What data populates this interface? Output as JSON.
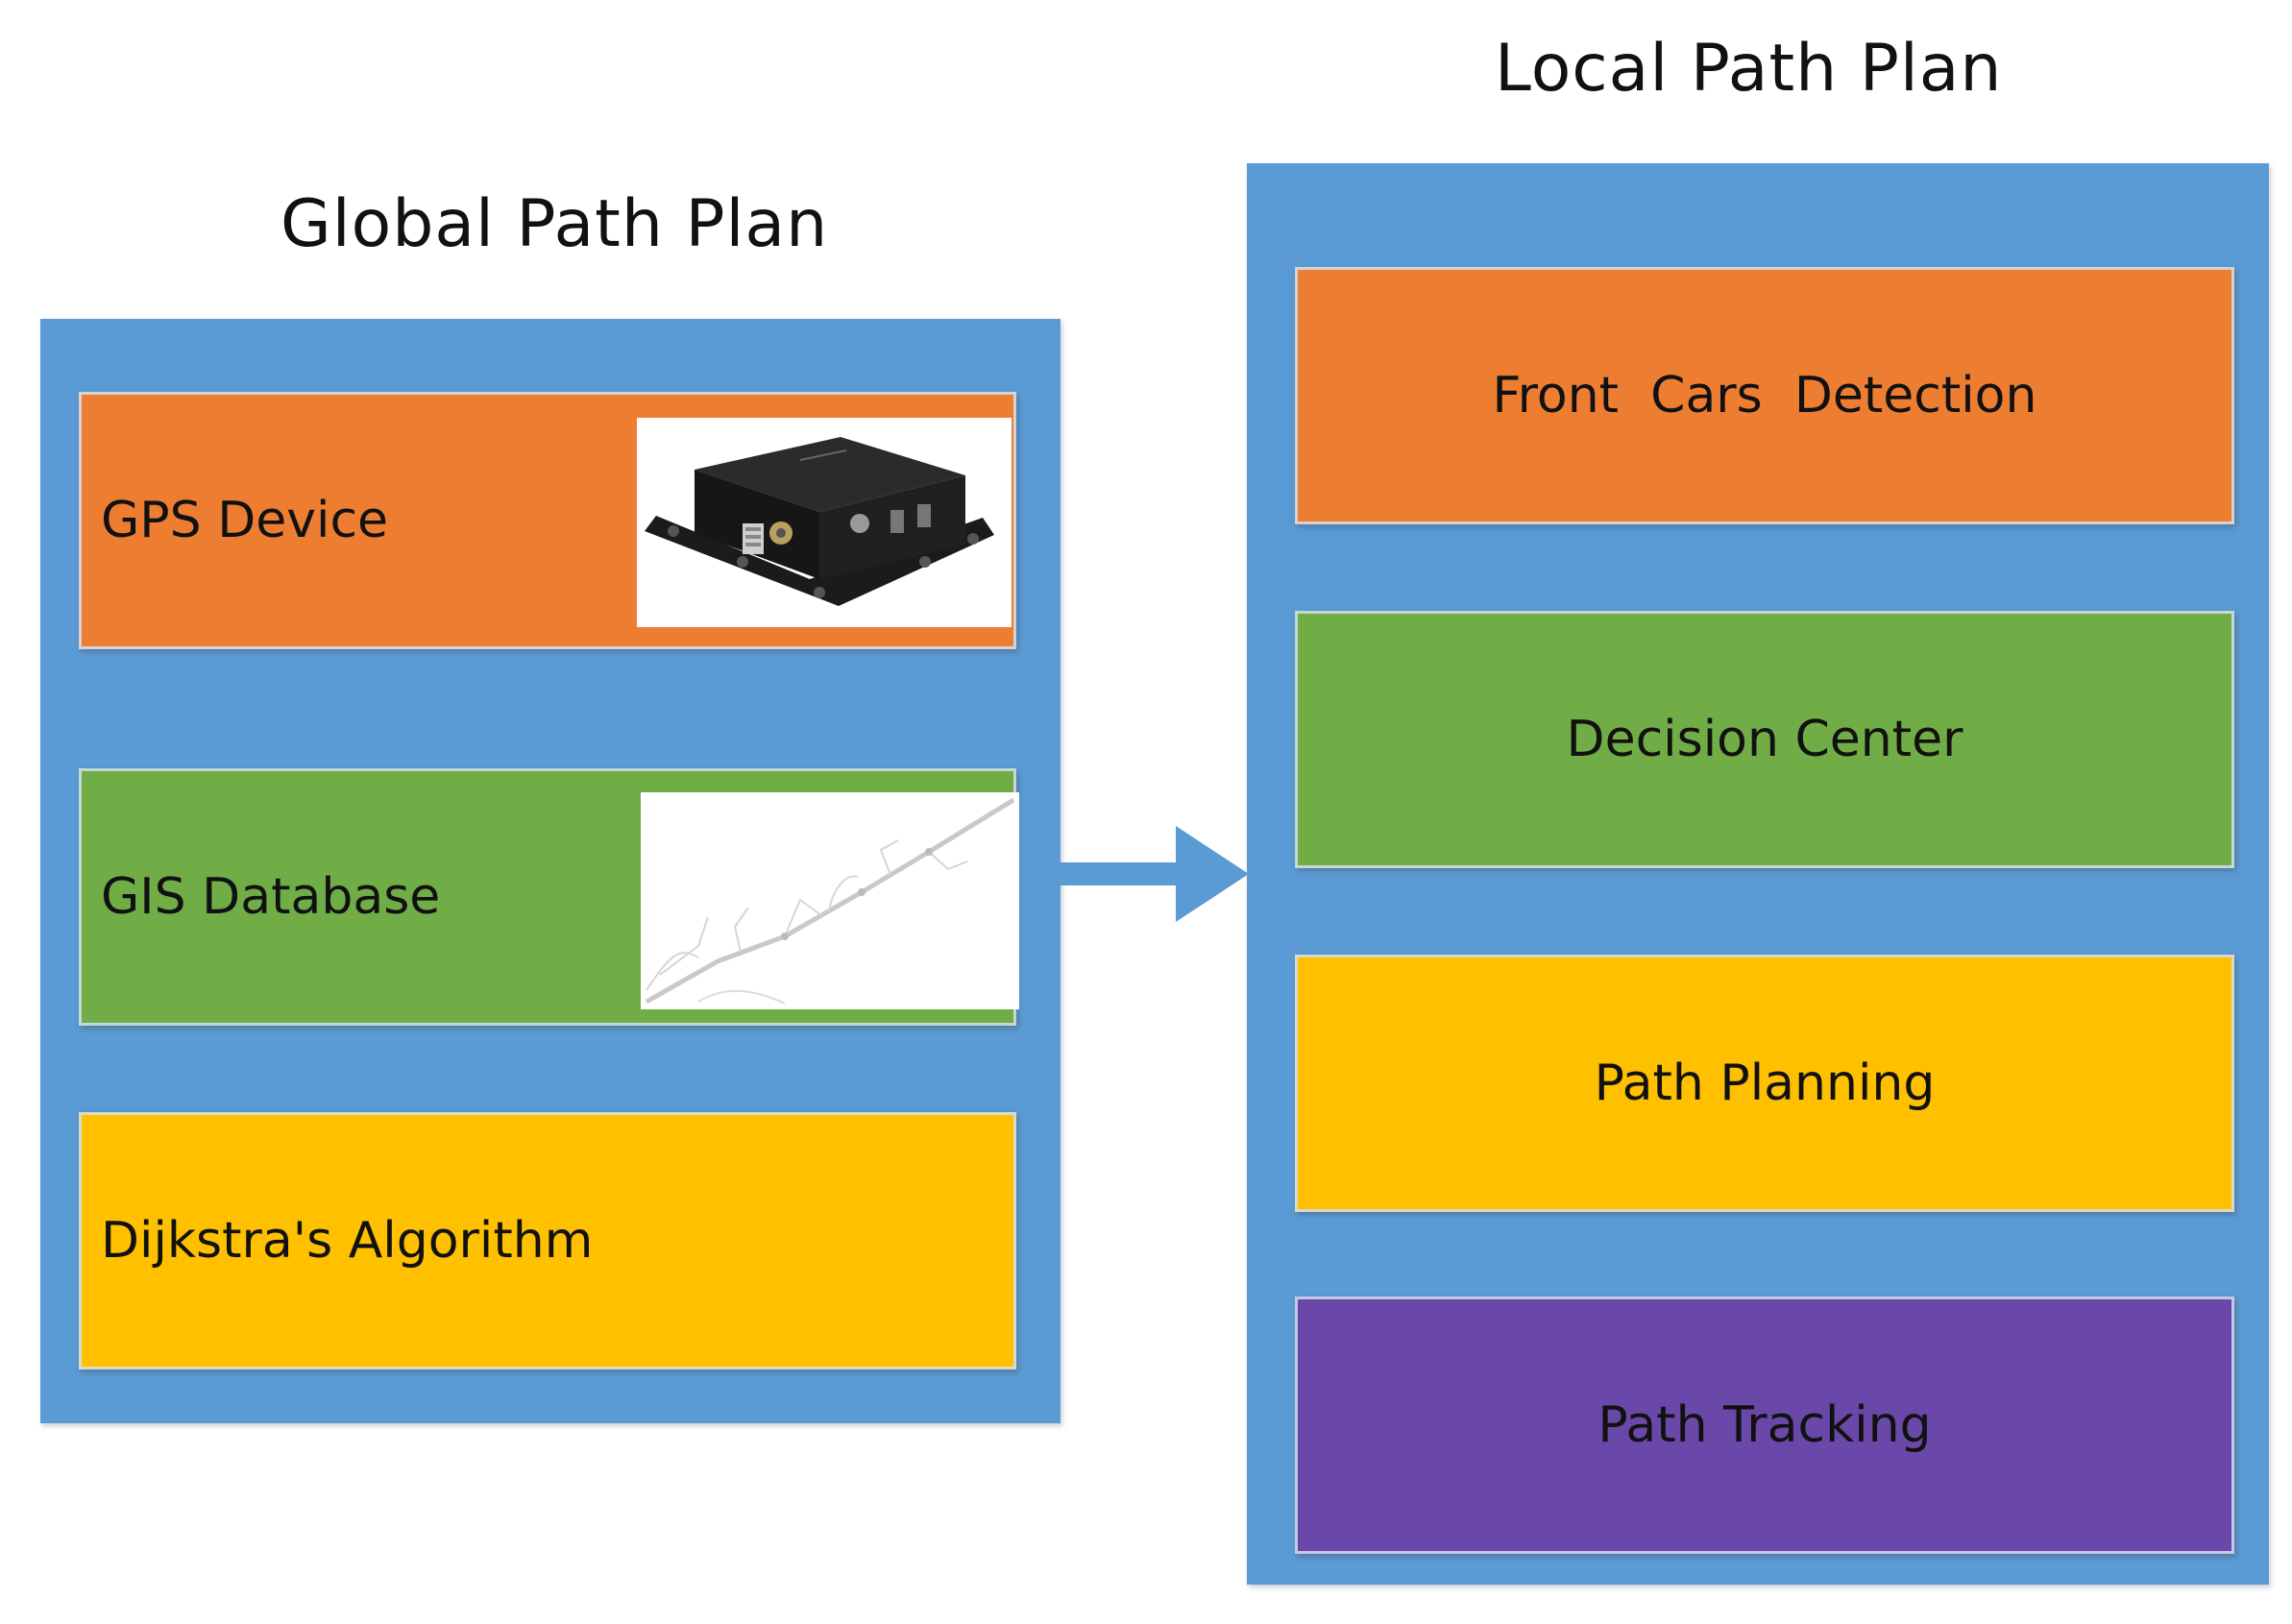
{
  "colors": {
    "panel": "#5b9bd5",
    "orange": "#ed7d31",
    "green": "#70ad47",
    "yellow": "#ffc000",
    "purple": "#6a48a9",
    "arrow": "#5b9bd5"
  },
  "global": {
    "title": "Global Path Plan",
    "items": [
      {
        "label": "GPS Device",
        "image": "gps-device-photo"
      },
      {
        "label": "GIS Database",
        "image": "gis-road-map"
      },
      {
        "label": "Dijkstra's Algorithm"
      }
    ]
  },
  "local": {
    "title": "Local Path Plan",
    "items": [
      {
        "label": "Front  Cars  Detection"
      },
      {
        "label": "Decision Center"
      },
      {
        "label": "Path Planning"
      },
      {
        "label": "Path Tracking"
      }
    ]
  },
  "connector": {
    "icon": "right-arrow-icon"
  }
}
